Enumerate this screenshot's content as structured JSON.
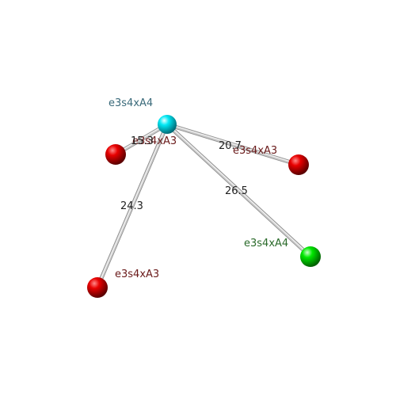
{
  "colors": {
    "background": "#ffffff",
    "bond": "#c8c8c8",
    "bond_highlight": "#f4f4f4",
    "center_atom": "#00d8e8",
    "red_atom": "#e00000",
    "green_atom": "#00d800",
    "center_label": "#3a6a7a",
    "red_label": "#6a1a1a",
    "green_label": "#2a6a2a"
  },
  "center": {
    "label": "e3s4xA4",
    "color": "center_atom",
    "label_color": "center_label"
  },
  "neighbors": [
    {
      "label": "e3s4xA3",
      "distance": "15.3",
      "color": "red_atom",
      "label_color": "red_label"
    },
    {
      "label": "e3s4xA3",
      "distance": "20.7",
      "color": "red_atom",
      "label_color": "red_label"
    },
    {
      "label": "e3s4xA4",
      "distance": "26.5",
      "color": "green_atom",
      "label_color": "green_label"
    },
    {
      "label": "e3s4xA3",
      "distance": "24.3",
      "color": "red_atom",
      "label_color": "red_label"
    }
  ]
}
